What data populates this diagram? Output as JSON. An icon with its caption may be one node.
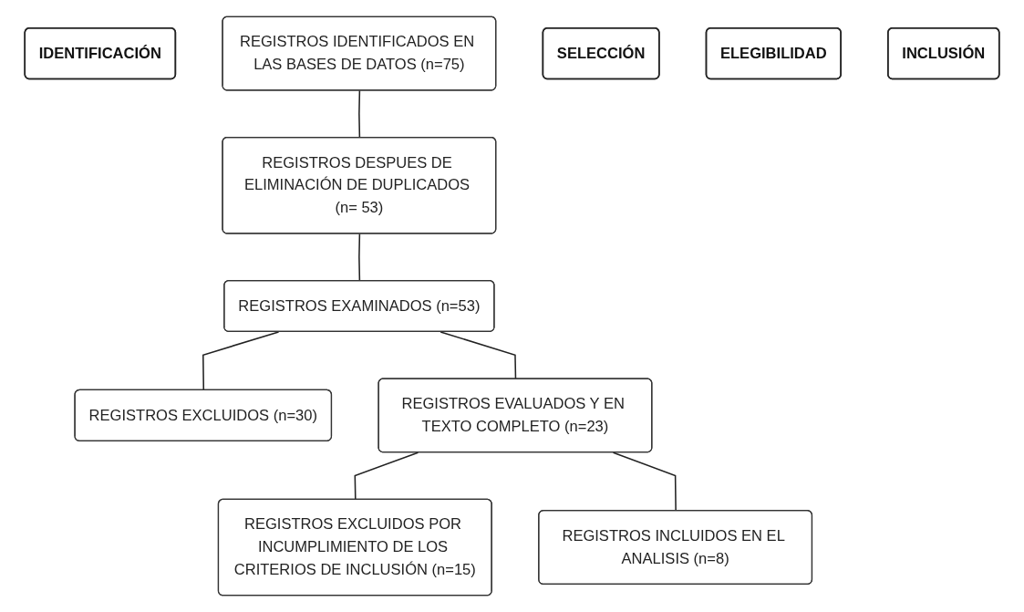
{
  "diagram": {
    "nodes": [
      {
        "text": [
          "IDENTIFICACIÓN"
        ]
      },
      {
        "text": [
          "REGISTROS IDENTIFICADOS EN LAS BASES DE DATOS (n=75)"
        ]
      },
      {
        "text": [
          "SELECCIÓN"
        ]
      },
      {
        "text": [
          "REGISTROS DESPUES DE ELIMINACIÓN DE DUPLICADOS (n= 53)"
        ]
      },
      {
        "text": [
          "REGISTROS EXAMINADOS (n=53)"
        ]
      },
      {
        "text": [
          "REGISTROS EXCLUIDOS (n=30)"
        ]
      },
      {
        "text": [
          "ELEGIBILIDAD"
        ]
      },
      {
        "text": [
          "REGISTROS EVALUADOS Y EN TEXTO COMPLETO (n=23)"
        ]
      },
      {
        "text": [
          "REGISTROS EXCLUIDOS POR INCUMPLIMIENTO DE LOS CRITERIOS DE INCLUSIÓN (n=15)"
        ]
      },
      {
        "text": [
          "INCLUSIÓN"
        ]
      },
      {
        "text": [
          "REGISTROS INCLUIDOS EN EL ANALISIS (n=8)"
        ]
      }
    ],
    "edges": [
      {
        "from": 1,
        "to": 3,
        "arrow": "none"
      },
      {
        "from": 3,
        "to": 4,
        "arrow": "none"
      },
      {
        "from": 4,
        "to": 5,
        "arrow": "none"
      },
      {
        "from": 4,
        "to": 7,
        "arrow": "none"
      },
      {
        "from": 7,
        "to": 8,
        "arrow": "none"
      },
      {
        "from": 7,
        "to": 10,
        "arrow": "none"
      }
    ]
  }
}
